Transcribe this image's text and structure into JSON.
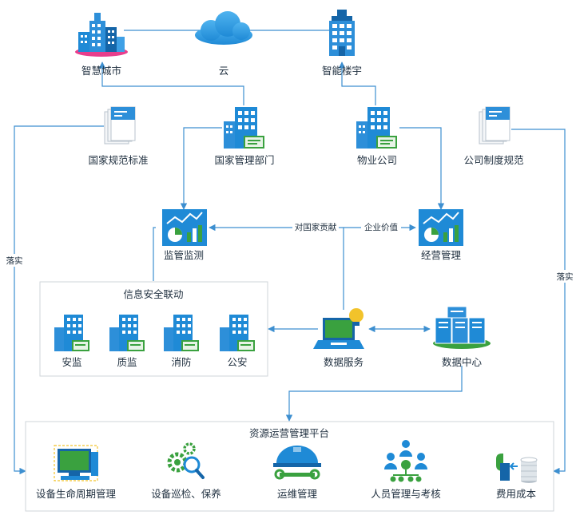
{
  "nodes": {
    "smart_city": "智慧城市",
    "cloud": "云",
    "smart_building": "智能楼宇",
    "national_standard": "国家规范标准",
    "national_dept": "国家管理部门",
    "property_company": "物业公司",
    "company_policy": "公司制度规范",
    "supervision": "监管监测",
    "operation_mgmt": "经营管理",
    "data_service": "数据服务",
    "data_center": "数据中心"
  },
  "edge_labels": {
    "national_contribution": "对国家贡献",
    "enterprise_value": "企业价值",
    "implement_left": "落实",
    "implement_right": "落实"
  },
  "security_group": {
    "title": "信息安全联动",
    "items": [
      "安监",
      "质监",
      "消防",
      "公安"
    ]
  },
  "platform": {
    "title": "资源运营管理平台",
    "items": [
      "设备生命周期管理",
      "设备巡检、保养",
      "运维管理",
      "人员管理与考核",
      "费用成本"
    ]
  },
  "colors": {
    "primary": "#2d8fd9",
    "dark": "#1565a8",
    "green": "#3aa13f",
    "yellow": "#f2c32b",
    "pink": "#e83e8c",
    "connector": "#3d8fd0"
  }
}
